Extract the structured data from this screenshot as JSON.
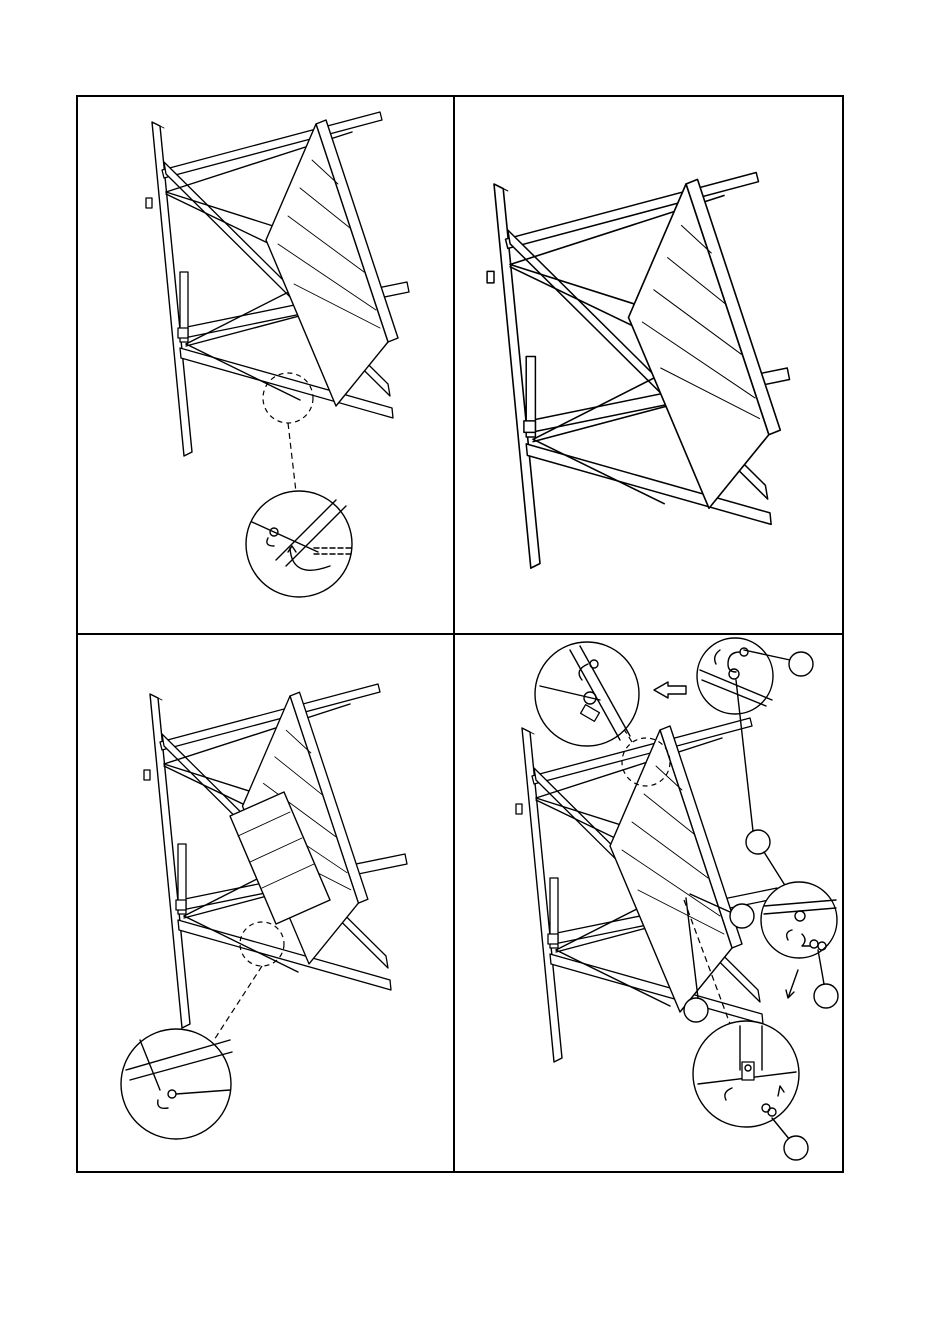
{
  "figure": {
    "panels": [
      {
        "id": "step-1",
        "callouts": []
      },
      {
        "id": "step-2",
        "callouts": []
      },
      {
        "id": "step-3",
        "callouts": []
      },
      {
        "id": "step-4",
        "callouts": [
          "",
          "",
          "",
          "",
          "",
          ""
        ]
      }
    ]
  },
  "colors": {
    "line": "#000000",
    "background": "#ffffff"
  }
}
